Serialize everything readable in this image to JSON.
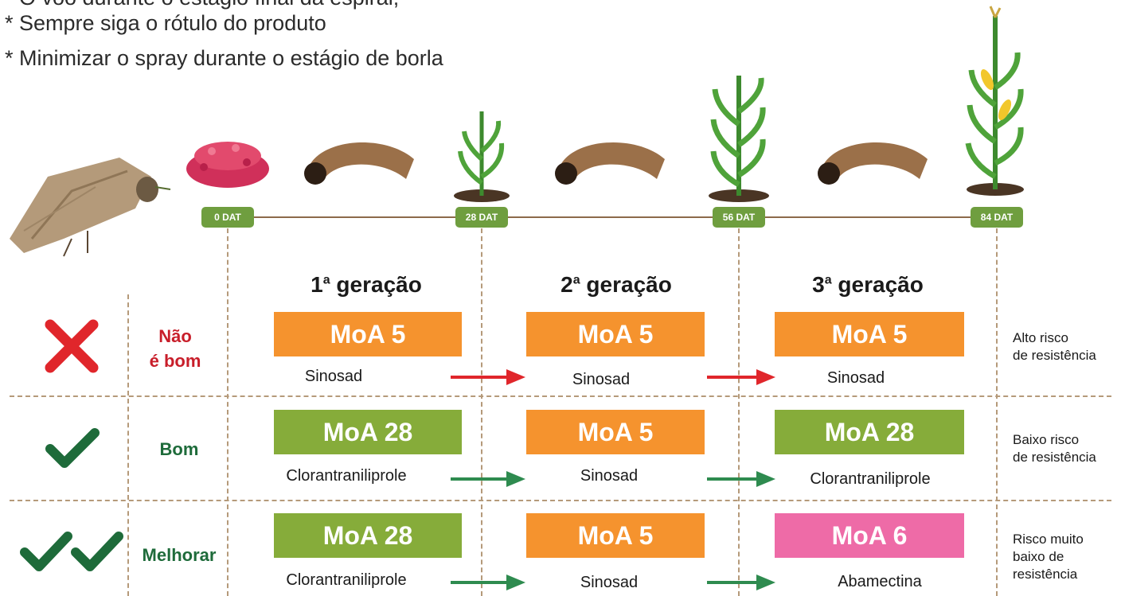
{
  "notes": {
    "line0": "* O voo durante o estágio final da espiral;",
    "line1": "* Sempre siga o rótulo do produto",
    "line2": "* Minimizar o spray durante o estágio de borla"
  },
  "timeline": {
    "t0": "0 DAT",
    "t28": "28 DAT",
    "t56": "56 DAT",
    "t84": "84 DAT"
  },
  "generations": {
    "g1": "1ª geração",
    "g2": "2ª geração",
    "g3": "3ª geração"
  },
  "rows": {
    "bad": {
      "label": "Não\né bom",
      "moa1": "MoA 5",
      "prod1": "Sinosad",
      "moa2": "MoA 5",
      "prod2": "Sinosad",
      "moa3": "MoA 5",
      "prod3": "Sinosad",
      "risk": "Alto risco\nde resistência"
    },
    "good": {
      "label": "Bom",
      "moa1": "MoA 28",
      "prod1": "Clorantraniliprole",
      "moa2": "MoA 5",
      "prod2": "Sinosad",
      "moa3": "MoA 28",
      "prod3": "Clorantraniliprole",
      "risk": "Baixo risco\nde resistência"
    },
    "better": {
      "label": "Melhorar",
      "moa1": "MoA 28",
      "prod1": "Clorantraniliprole",
      "moa2": "MoA 5",
      "prod2": "Sinosad",
      "moa3": "MoA 6",
      "prod3": "Abamectina",
      "risk": "Risco muito\nbaixo de\nresistência"
    }
  },
  "colors": {
    "orange": "#f5932e",
    "green": "#86ac3a",
    "pink": "#ee6ba7",
    "red": "#e0262b",
    "darkgreen": "#1e6b3a"
  }
}
